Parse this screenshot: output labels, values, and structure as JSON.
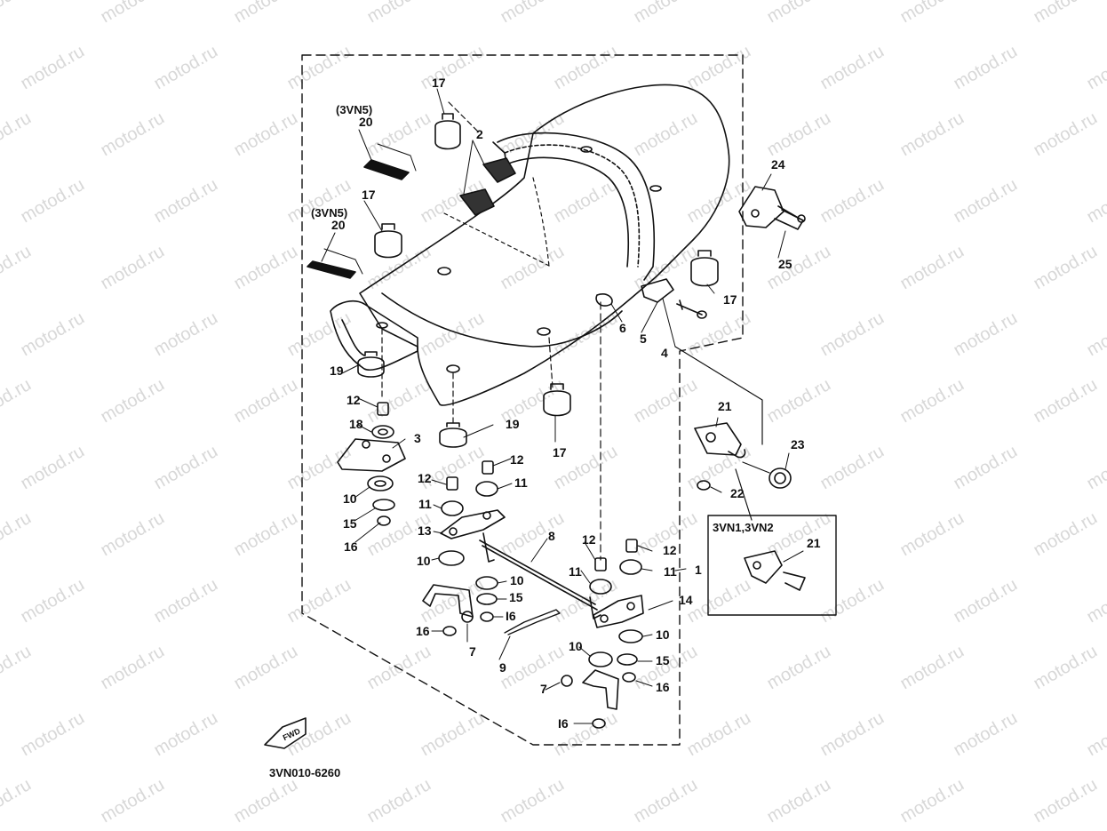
{
  "watermark": "motod.ru",
  "diagram_code": "3VN010-6260",
  "fwd_label": "FWD",
  "inset_title": "3VN1,3VN2",
  "variant_label": "(3VN5)",
  "callouts": {
    "c1": "1",
    "c2": "2",
    "c3": "3",
    "c4": "4",
    "c5": "5",
    "c6": "6",
    "c7": "7",
    "c8": "8",
    "c9": "9",
    "c10": "10",
    "c11": "11",
    "c12": "12",
    "c13": "13",
    "c14": "14",
    "c15": "15",
    "c16": "16",
    "c16b": "I6",
    "c17": "17",
    "c18": "18",
    "c19": "19",
    "c20": "20",
    "c21": "21",
    "c22": "22",
    "c23": "23",
    "c24": "24",
    "c25": "25"
  }
}
